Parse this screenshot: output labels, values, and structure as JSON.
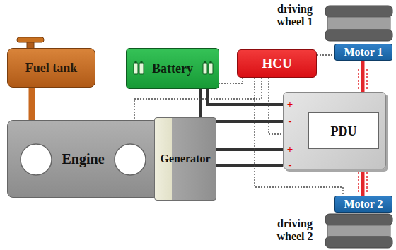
{
  "diagram": {
    "nodes": [
      {
        "text": [
          "Fuel tank"
        ]
      },
      {
        "text": [
          "Battery"
        ]
      },
      {
        "text": [
          "HCU"
        ]
      },
      {
        "text": [
          "Motor 1"
        ]
      },
      {
        "text": [
          "PDU"
        ]
      },
      {
        "text": [
          "Engine"
        ]
      },
      {
        "text": [
          "Generator"
        ]
      },
      {
        "text": [
          "Motor 2"
        ]
      }
    ],
    "edges": [
      {
        "from": 0,
        "to": 5,
        "arrow": "none"
      },
      {
        "from": 1,
        "to": 4,
        "arrow": "none"
      },
      {
        "from": 1,
        "to": 4,
        "arrow": "none"
      },
      {
        "from": 6,
        "to": 4,
        "arrow": "none"
      },
      {
        "from": 6,
        "to": 4,
        "arrow": "none"
      },
      {
        "from": 4,
        "to": 3,
        "arrow": "none"
      },
      {
        "from": 4,
        "to": 7,
        "arrow": "none"
      },
      {
        "from": 2,
        "to": 1,
        "arrow": "none"
      },
      {
        "from": 2,
        "to": 5,
        "arrow": "none"
      },
      {
        "from": 2,
        "to": 4,
        "arrow": "none"
      },
      {
        "from": 2,
        "to": 3,
        "arrow": "none"
      },
      {
        "from": 2,
        "to": 7,
        "arrow": "none"
      }
    ],
    "labels": [
      "driving wheel 1",
      "driving wheel 2",
      "+",
      "-",
      "+",
      "-"
    ]
  }
}
